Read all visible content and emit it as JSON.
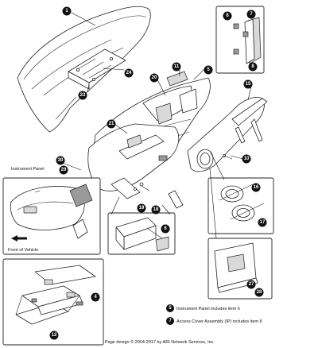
{
  "callouts": [
    "1",
    "6",
    "7",
    "8",
    "5",
    "11",
    "15",
    "20",
    "24",
    "23",
    "21",
    "10",
    "30",
    "29",
    "16",
    "17",
    "19",
    "18",
    "6",
    "4",
    "27",
    "28",
    "12"
  ],
  "labels": {
    "instrument_panel": "Instrument Panel",
    "front_of_vehicle": "Front of Vehicle"
  },
  "legend": [
    {
      "num": "5",
      "text": "Instrument Panel includes item 6"
    },
    {
      "num": "7",
      "text": "Access Cover Assembly (IP) includes item 8"
    }
  ],
  "footer": "Page design © 2004-2017 by ARI Network Services, Inc."
}
